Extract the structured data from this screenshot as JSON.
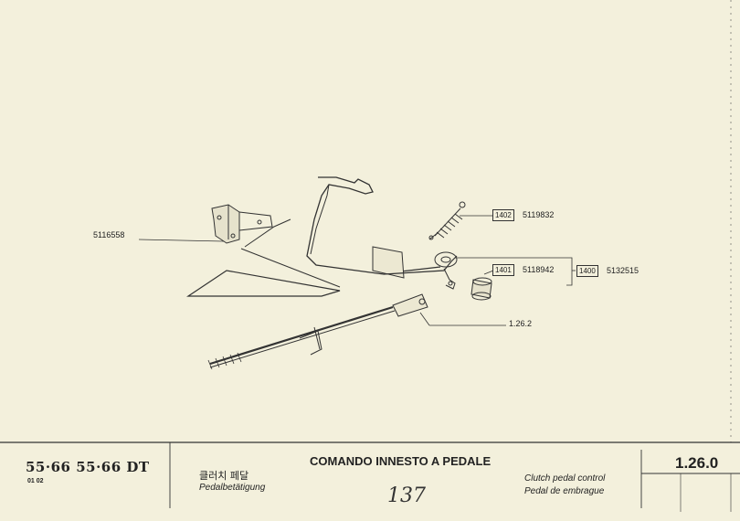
{
  "parts": {
    "bracket_code": "5116558",
    "spring_ref": "1402",
    "spring_code": "5119832",
    "bush_ref": "1401",
    "bush_code": "5118942",
    "pedal_ref": "1400",
    "pedal_code": "5132515",
    "cable_ref": "1.26.2"
  },
  "title_block": {
    "models": "55·66  55·66 DT",
    "model_sub": "01  02",
    "korean": "클러치 페달",
    "german": "Pedalbetätigung",
    "title_it": "COMANDO INNESTO A PEDALE",
    "page_handwritten": "137",
    "english": "Clutch pedal control",
    "spanish": "Pedal de embrague",
    "section": "1.26.0"
  }
}
